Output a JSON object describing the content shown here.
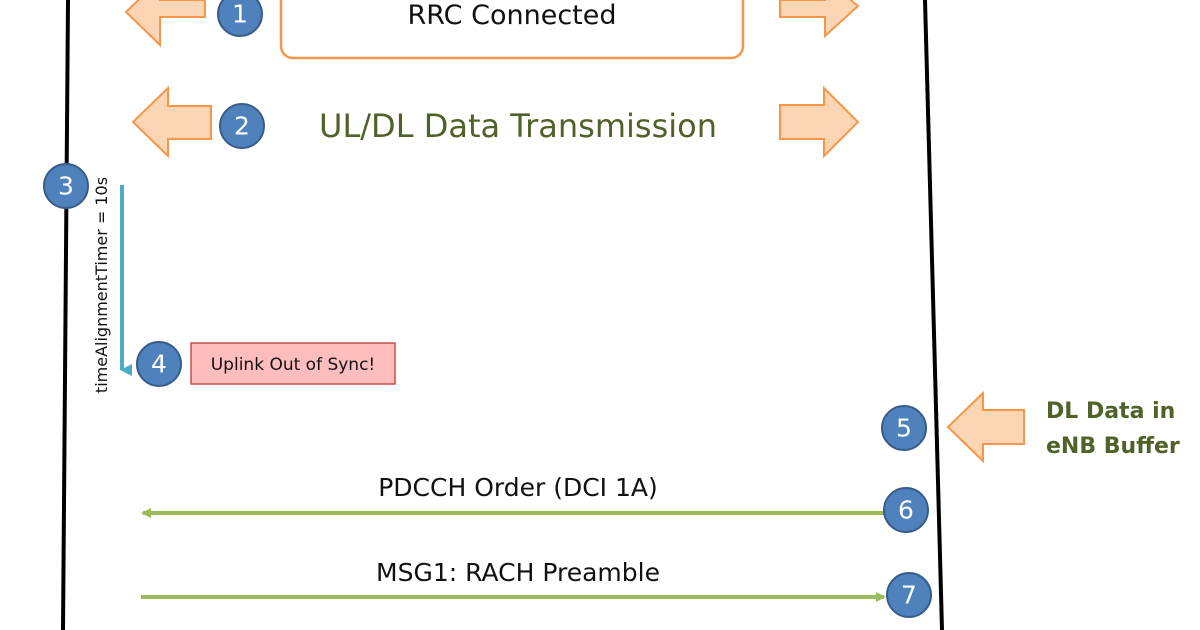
{
  "diagram": {
    "rrc_label": "RRC Connected",
    "data_tx_label": "UL/DL Data Transmission",
    "timer_label": "timeAlignmentTimer = 10s",
    "out_of_sync_label": "Uplink Out of Sync!",
    "dl_buffer_line1": "DL Data in",
    "dl_buffer_line2": "eNB Buffer",
    "pdcch_label": "PDCCH Order (DCI 1A)",
    "msg1_label": "MSG1: RACH Preamble",
    "steps": [
      "1",
      "2",
      "3",
      "4",
      "5",
      "6",
      "7"
    ]
  },
  "colors": {
    "step_circle": "#4f81bd",
    "step_circle_border": "#385d8a",
    "block_arrow_fill": "#fcd5b5",
    "block_arrow_stroke": "#f79646",
    "message_arrow": "#9bbb59",
    "timer_arrow": "#4bacc6",
    "alert_fill": "#ffbdbd",
    "alert_border": "#c0504d",
    "green_text": "#4f6228"
  }
}
